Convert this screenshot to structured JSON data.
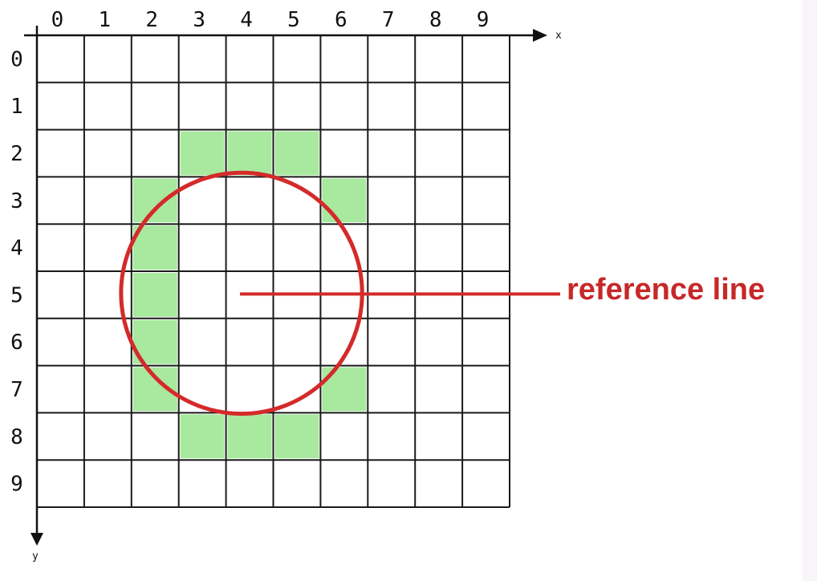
{
  "diagram": {
    "x_axis_label": "x",
    "y_axis_label": "y",
    "x_ticks": [
      "0",
      "1",
      "2",
      "3",
      "4",
      "5",
      "6",
      "7",
      "8",
      "9"
    ],
    "y_ticks": [
      "0",
      "1",
      "2",
      "3",
      "4",
      "5",
      "6",
      "7",
      "8",
      "9"
    ],
    "grid_columns": 10,
    "grid_rows": 10,
    "highlighted_cells": [
      {
        "col": 3,
        "row": 2
      },
      {
        "col": 4,
        "row": 2
      },
      {
        "col": 5,
        "row": 2
      },
      {
        "col": 2,
        "row": 3
      },
      {
        "col": 6,
        "row": 3
      },
      {
        "col": 2,
        "row": 4
      },
      {
        "col": 2,
        "row": 5
      },
      {
        "col": 2,
        "row": 6
      },
      {
        "col": 2,
        "row": 7
      },
      {
        "col": 6,
        "row": 7
      },
      {
        "col": 3,
        "row": 8
      },
      {
        "col": 4,
        "row": 8
      },
      {
        "col": 5,
        "row": 8
      }
    ],
    "circle": {
      "center_x": 4.5,
      "center_y": 5.5,
      "radius": 2.55
    },
    "reference_line": {
      "from_x": 4.5,
      "to_x": 11.2,
      "y": 5.5
    },
    "callout_label": "reference line",
    "colors": {
      "highlight": "#a9e89f",
      "circle": "#d42a2a",
      "grid": "#1a1a1a",
      "callout": "#c62828"
    }
  }
}
